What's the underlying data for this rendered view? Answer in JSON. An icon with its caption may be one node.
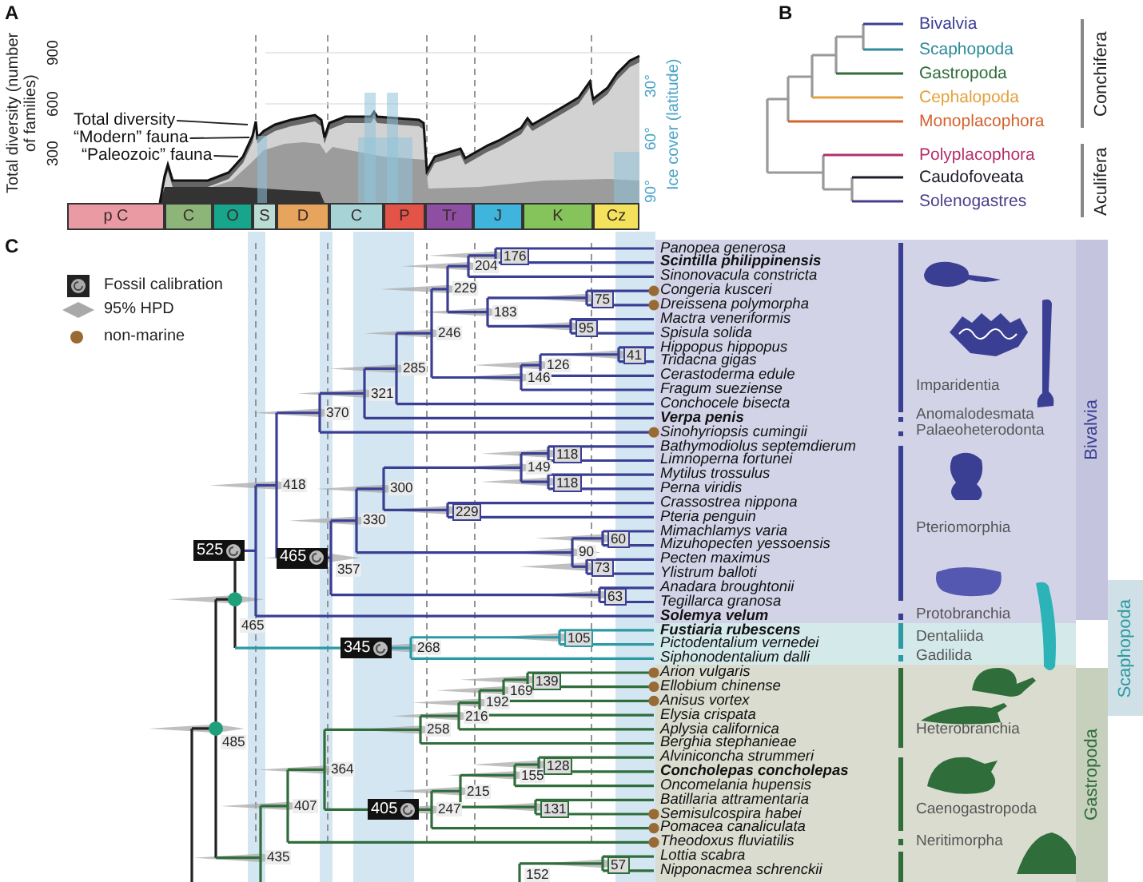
{
  "diagram": {
    "nodes": [
      {
        "text": [
          "p C"
        ]
      },
      {
        "text": [
          "C"
        ]
      },
      {
        "text": [
          "O"
        ]
      },
      {
        "text": [
          "S"
        ]
      },
      {
        "text": [
          "D"
        ]
      },
      {
        "text": [
          "C"
        ]
      },
      {
        "text": [
          "P"
        ]
      },
      {
        "text": [
          "Tr"
        ]
      },
      {
        "text": [
          "J"
        ]
      },
      {
        "text": [
          "K"
        ]
      },
      {
        "text": [
          "Cz"
        ]
      },
      {
        "text": [
          "Total diversity"
        ]
      },
      {
        "text": [
          "“Modern” fauna"
        ]
      },
      {
        "text": [
          "“Paleozoic” fauna"
        ]
      },
      {
        "text": [
          "525"
        ]
      },
      {
        "text": [
          "465"
        ]
      },
      {
        "text": [
          "345"
        ]
      },
      {
        "text": [
          "405"
        ]
      },
      {
        "text": [
          "Bivalvia"
        ]
      },
      {
        "text": [
          "Scaphopoda"
        ]
      },
      {
        "text": [
          "Gastropoda"
        ]
      }
    ],
    "edges": [
      {
        "from": 11,
        "to": null,
        "arrow": "none"
      },
      {
        "from": 12,
        "to": null,
        "arrow": "none"
      },
      {
        "from": 13,
        "to": null,
        "arrow": "none"
      }
    ],
    "labels": [
      "A",
      "Total diversity (number of families)",
      "900",
      "600",
      "300",
      "30°",
      "60°",
      "90°",
      "Ice cover (latitude)",
      "B",
      "Bivalvia",
      "Scaphopoda",
      "Gastropoda",
      "Cephalopoda",
      "Monoplacophora",
      "Polyplacophora",
      "Caudofoveata",
      "Solenogastres",
      "Conchifera",
      "Aculifera",
      "C",
      "Panopea generosa",
      "Scintilla philippinensis",
      "Sinonovacula constricta",
      "Congeria kusceri",
      "Dreissena polymorpha",
      "Mactra veneriformis",
      "Spisula solida",
      "Hippopus hippopus",
      "Tridacna gigas",
      "Cerastoderma edule",
      "Fragum sueziense",
      "Conchocele bisecta",
      "Verpa penis",
      "Sinohyriopsis cumingii",
      "Bathymodiolus septemdierum",
      "Limnoperna fortunei",
      "Mytilus trossulus",
      "Perna viridis",
      "Crassostrea nippona",
      "Pteria penguin",
      "Mimachlamys varia",
      "Mizuhopecten yessoensis",
      "Pecten maximus",
      "Ylistrum balloti",
      "Anadara broughtonii",
      "Tegillarca granosa",
      "Solemya velum",
      "Fustiaria rubescens",
      "Pictodentalium vernedei",
      "Siphonodentalium dalli",
      "Arion vulgaris",
      "Ellobium chinense",
      "Anisus vortex",
      "Elysia crispata",
      "Aplysia californica",
      "Berghia stephanieae",
      "Alviniconcha strummeri",
      "Concholepas concholepas",
      "Oncomelania hupensis",
      "Batillaria attramentaria",
      "Semisulcospira habei",
      "Pomacea canaliculata",
      "Theodoxus fluviatilis",
      "Lottia scabra",
      "Nipponacmea schrenckii",
      "Imparidentia",
      "Anomalodesmata",
      "Palaeoheterodonta",
      "Pteriomorphia",
      "Protobranchia",
      "Dentaliida",
      "Gadilida",
      "Heterobranchia",
      "Caenogastropoda",
      "Neritimorpha",
      "176",
      "204",
      "229",
      "75",
      "183",
      "95",
      "246",
      "41",
      "126",
      "146",
      "285",
      "321",
      "370",
      "118",
      "149",
      "118",
      "418",
      "300",
      "229",
      "330",
      "60",
      "90",
      "73",
      "357",
      "63",
      "465",
      "105",
      "268",
      "139",
      "169",
      "192",
      "216",
      "258",
      "485",
      "128",
      "364",
      "155",
      "215",
      "407",
      "131",
      "247",
      "435",
      "57",
      "152"
    ],
    "legend": [
      {
        "text": "Fossil calibration"
      },
      {
        "text": "95% HPD"
      },
      {
        "text": "non-marine"
      }
    ]
  }
}
